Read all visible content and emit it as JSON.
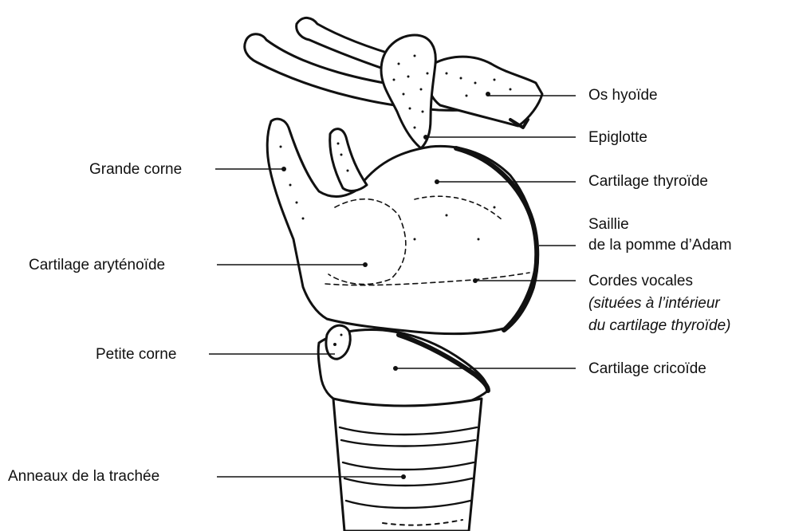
{
  "labels": {
    "os_hyoide": "Os hyoïde",
    "epiglotte": "Epiglotte",
    "cartilage_thyroide": "Cartilage thyroïde",
    "saillie_line1": "Saillie",
    "saillie_line2": "de la pomme d’Adam",
    "cordes_vocales": "Cordes vocales",
    "cordes_note_line1": "(situées à l’intérieur",
    "cordes_note_line2": "du cartilage thyroïde)",
    "cartilage_cricoide": "Cartilage cricoïde",
    "grande_corne": "Grande corne",
    "cartilage_arytenoide": "Cartilage aryténoïde",
    "petite_corne": "Petite corne",
    "anneaux_trachee": "Anneaux de la trachée"
  },
  "style": {
    "ink_color": "#111111",
    "background": "#ffffff"
  }
}
